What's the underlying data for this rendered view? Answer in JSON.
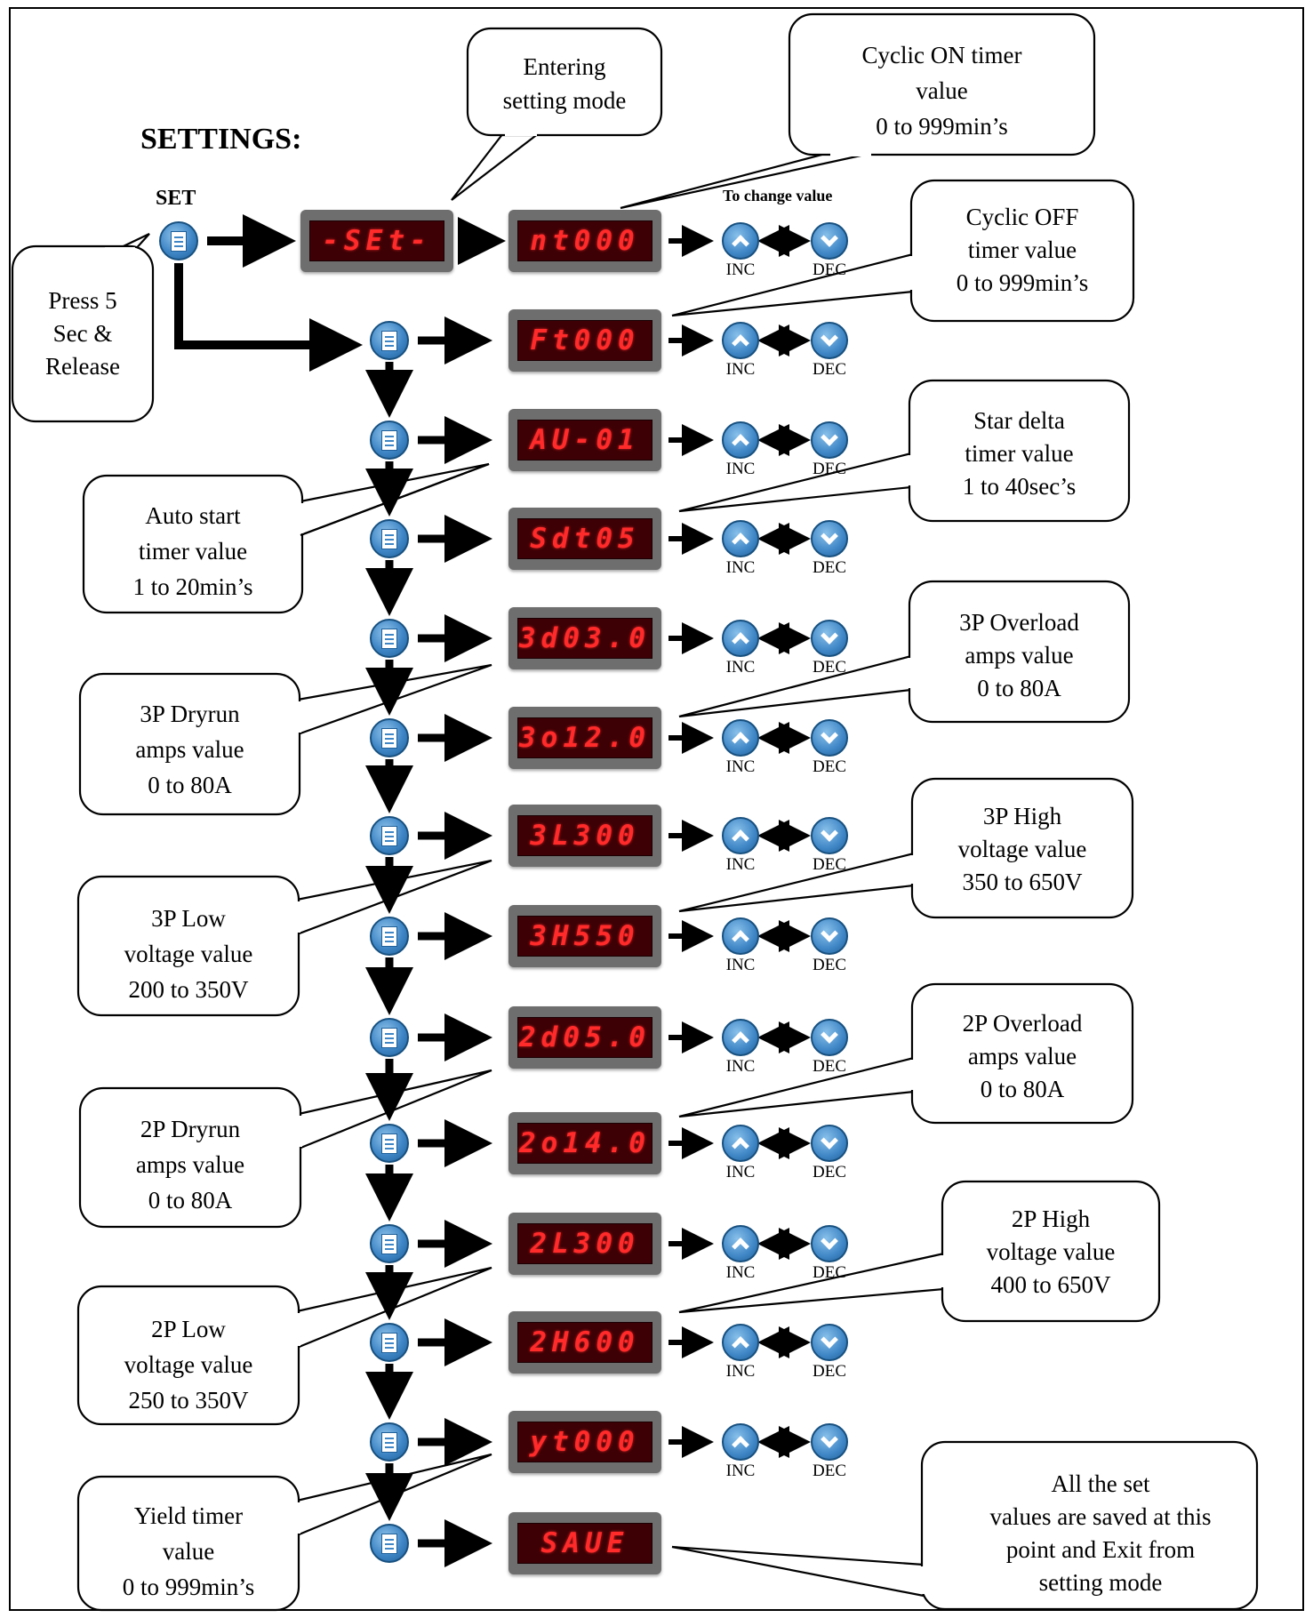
{
  "heading": {
    "title": "SETTINGS:",
    "set_label": "SET",
    "hint": "To change value"
  },
  "nav": {
    "inc": "INC",
    "dec": "DEC"
  },
  "displays": {
    "set_mode": "-SEt-",
    "cyclic_on": "nt000",
    "cyclic_off": "Ft000",
    "auto_start": "AU-01",
    "star_delta": "Sdt05",
    "dryrun_3p": "3d03.0",
    "overload_3p": "3o12.0",
    "low_3p": "3L300",
    "high_3p": "3H550",
    "dryrun_2p": "2d05.0",
    "overload_2p": "2o14.0",
    "low_2p": "2L300",
    "high_2p": "2H600",
    "yield": "yt000",
    "save": "SAUE"
  },
  "callouts": {
    "press": [
      "Press 5",
      "Sec &",
      "Release"
    ],
    "entering": [
      "Entering",
      "setting mode"
    ],
    "cyclic_on": [
      "Cyclic ON timer",
      "value",
      "0 to 999min’s"
    ],
    "cyclic_off": [
      "Cyclic OFF",
      "timer value",
      "0 to 999min’s"
    ],
    "star_delta": [
      "Star delta",
      "timer value",
      "1 to 40sec’s"
    ],
    "auto_start": [
      "Auto start",
      "timer value",
      "1 to 20min’s"
    ],
    "overload_3p": [
      "3P Overload",
      "amps value",
      "0 to 80A"
    ],
    "dryrun_3p": [
      "3P Dryrun",
      "amps value",
      "0 to 80A"
    ],
    "high_3p": [
      "3P High",
      "voltage value",
      "350 to 650V"
    ],
    "low_3p": [
      "3P Low",
      "voltage value",
      "200 to 350V"
    ],
    "overload_2p": [
      "2P Overload",
      "amps value",
      "0 to 80A"
    ],
    "dryrun_2p": [
      "2P Dryrun",
      "amps value",
      "0 to 80A"
    ],
    "high_2p": [
      "2P High",
      "voltage value",
      "400 to 650V"
    ],
    "low_2p": [
      "2P Low",
      "voltage value",
      "250 to 350V"
    ],
    "yield": [
      "Yield timer",
      "value",
      "0 to 999min’s"
    ],
    "save": [
      "All the set",
      "values are saved at this",
      "point and Exit from",
      "setting mode"
    ]
  }
}
